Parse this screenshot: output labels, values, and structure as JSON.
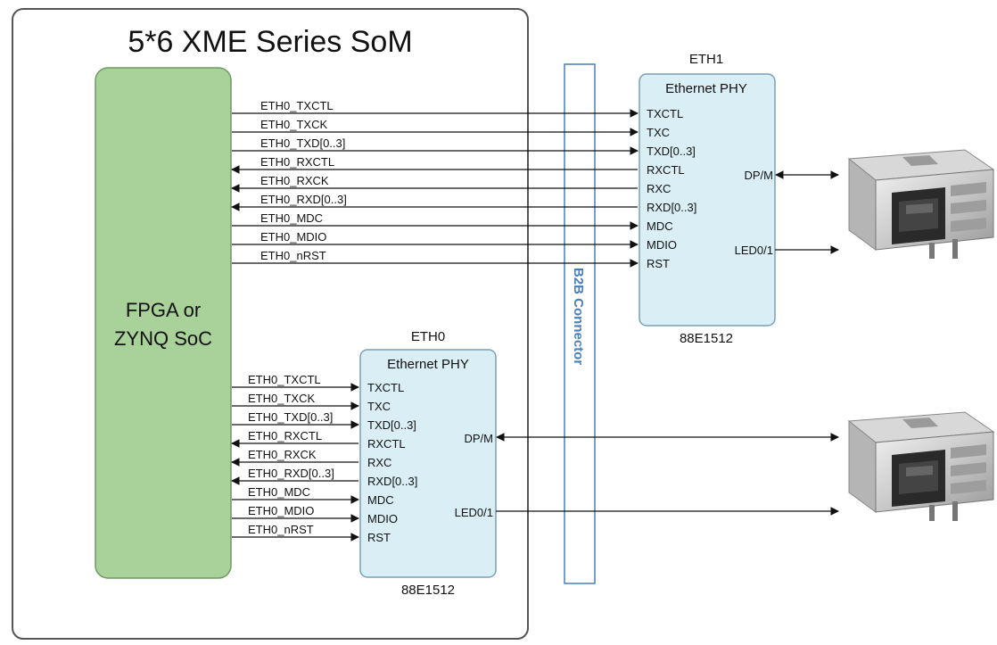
{
  "som_title": "5*6 XME Series SoM",
  "fpga": {
    "line1": "FPGA or",
    "line2": "ZYNQ SoC"
  },
  "b2b_label": "B2B Connector",
  "eth1": {
    "name": "ETH1",
    "phy_title": "Ethernet PHY",
    "chip": "88E1512",
    "signals": [
      "ETH0_TXCTL",
      "ETH0_TXCK",
      "ETH0_TXD[0..3]",
      "ETH0_RXCTL",
      "ETH0_RXCK",
      "ETH0_RXD[0..3]",
      "ETH0_MDC",
      "ETH0_MDIO",
      "ETH0_nRST"
    ],
    "pins": [
      "TXCTL",
      "TXC",
      "TXD[0..3]",
      "RXCTL",
      "RXC",
      "RXD[0..3]",
      "MDC",
      "MDIO",
      "RST"
    ],
    "dp_label": "DP/M",
    "led_label": "LED0/1"
  },
  "eth0": {
    "name": "ETH0",
    "phy_title": "Ethernet PHY",
    "chip": "88E1512",
    "signals": [
      "ETH0_TXCTL",
      "ETH0_TXCK",
      "ETH0_TXD[0..3]",
      "ETH0_RXCTL",
      "ETH0_RXCK",
      "ETH0_RXD[0..3]",
      "ETH0_MDC",
      "ETH0_MDIO",
      "ETH0_nRST"
    ],
    "pins": [
      "TXCTL",
      "TXC",
      "TXD[0..3]",
      "RXCTL",
      "RXC",
      "RXD[0..3]",
      "MDC",
      "MDIO",
      "RST"
    ],
    "dp_label": "DP/M",
    "led_label": "LED0/1"
  },
  "colors": {
    "fpga_fill": "#a9d29a",
    "fpga_stroke": "#6d9a5e",
    "phy_fill": "#daeef6",
    "phy_stroke": "#7a9fb4",
    "b2b_fill": "#ffffff",
    "b2b_stroke": "#4a7fb5",
    "som_border": "#555555"
  }
}
